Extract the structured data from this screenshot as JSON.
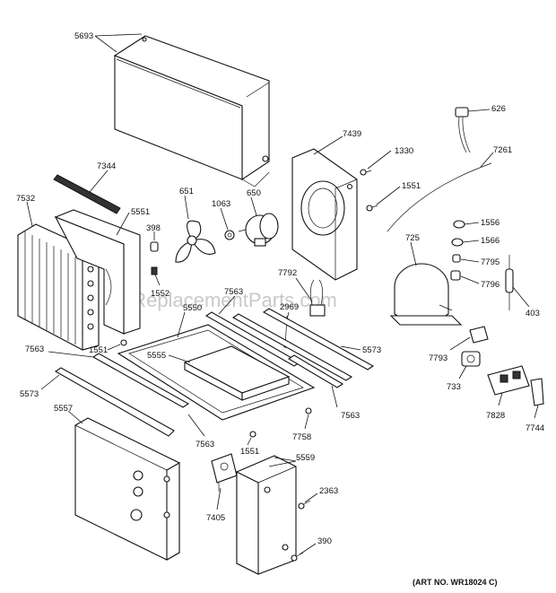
{
  "watermark": "eReplacementParts.com",
  "art_number": "(ART NO. WR18024 C)",
  "labels": {
    "l5693": "5693",
    "l626": "626",
    "l7439": "7439",
    "l1330": "1330",
    "l7261": "7261",
    "l7344": "7344",
    "l1551a": "1551",
    "l651": "651",
    "l1063": "1063",
    "l650": "650",
    "l7532": "7532",
    "l5551": "5551",
    "l398": "398",
    "l1556": "1556",
    "l1566": "1566",
    "l725": "725",
    "l7795": "7795",
    "l7796": "7796",
    "l403": "403",
    "l7792": "7792",
    "l1552": "1552",
    "l7563a": "7563",
    "l5550": "5550",
    "l2969": "2969",
    "l7563b": "7563",
    "l1551b": "1551",
    "l5555": "5555",
    "l5573a": "5573",
    "l7793": "7793",
    "l5573b": "5573",
    "l733": "733",
    "l7563c": "7563",
    "l5557": "5557",
    "l7828": "7828",
    "l7744": "7744",
    "l7758": "7758",
    "l7563d": "7563",
    "l1551c": "1551",
    "l5559": "5559",
    "l2363": "2363",
    "l7405": "7405",
    "l390": "390"
  }
}
